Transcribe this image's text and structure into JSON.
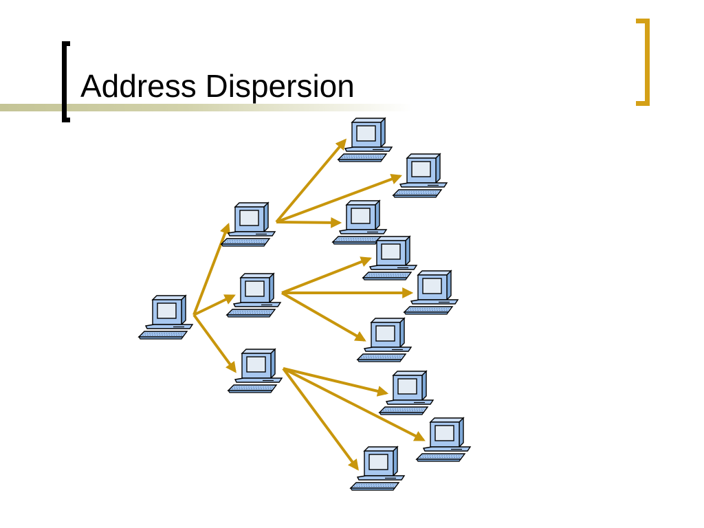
{
  "slide": {
    "title": "Address Dispersion"
  },
  "colors": {
    "arrow": "#c8960c",
    "bracket_left": "#000000",
    "bracket_right": "#d4a017",
    "computer_fill": "#a8c8f0",
    "computer_screen": "#e4ecf4",
    "outline": "#000000"
  },
  "diagram": {
    "node_icon": "computer-icon",
    "nodes": [
      {
        "id": "origin",
        "level": 0
      },
      {
        "id": "hop1-a",
        "level": 1
      },
      {
        "id": "hop1-b",
        "level": 1
      },
      {
        "id": "hop1-c",
        "level": 1
      },
      {
        "id": "hop2-a1",
        "level": 2
      },
      {
        "id": "hop2-a2",
        "level": 2
      },
      {
        "id": "hop2-a3",
        "level": 2
      },
      {
        "id": "hop2-b1",
        "level": 2
      },
      {
        "id": "hop2-b2",
        "level": 2
      },
      {
        "id": "hop2-b3",
        "level": 2
      },
      {
        "id": "hop2-c1",
        "level": 2
      },
      {
        "id": "hop2-c2",
        "level": 2
      },
      {
        "id": "hop2-c3",
        "level": 2
      }
    ],
    "edges": [
      {
        "from": "origin",
        "to": "hop1-a"
      },
      {
        "from": "origin",
        "to": "hop1-b"
      },
      {
        "from": "origin",
        "to": "hop1-c"
      },
      {
        "from": "hop1-a",
        "to": "hop2-a1"
      },
      {
        "from": "hop1-a",
        "to": "hop2-a2"
      },
      {
        "from": "hop1-a",
        "to": "hop2-a3"
      },
      {
        "from": "hop1-b",
        "to": "hop2-b1"
      },
      {
        "from": "hop1-b",
        "to": "hop2-b2"
      },
      {
        "from": "hop1-b",
        "to": "hop2-b3"
      },
      {
        "from": "hop1-c",
        "to": "hop2-c1"
      },
      {
        "from": "hop1-c",
        "to": "hop2-c2"
      },
      {
        "from": "hop1-c",
        "to": "hop2-c3"
      }
    ]
  }
}
